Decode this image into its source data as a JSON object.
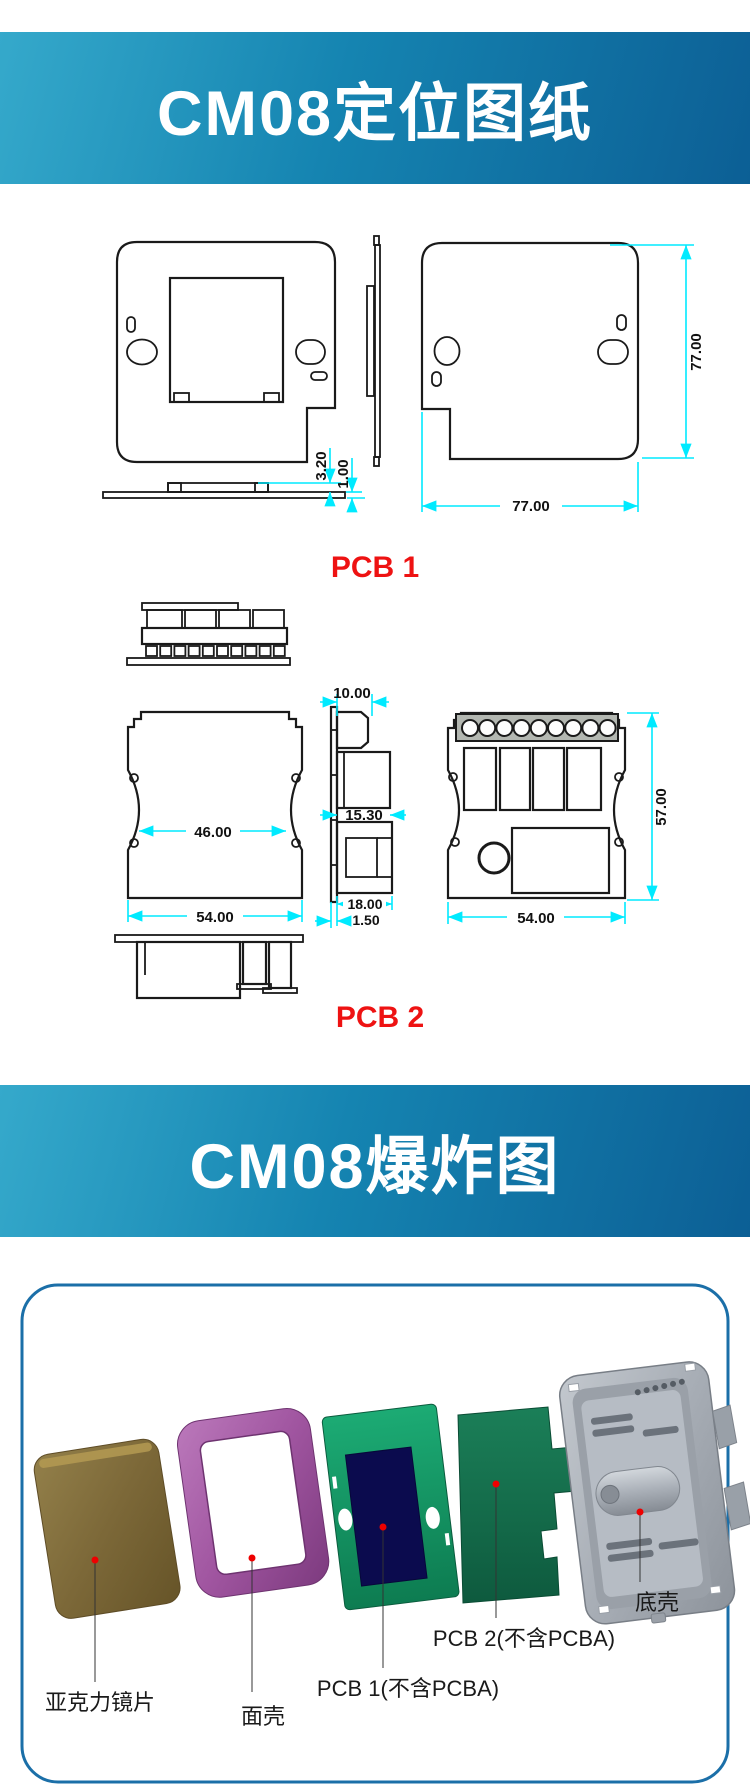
{
  "banner1": {
    "title": "CM08定位图纸"
  },
  "banner2": {
    "title": "CM08爆炸图"
  },
  "drawing1": {
    "caption": "PCB 1",
    "dims": {
      "raise": "3.20",
      "board": "1.00",
      "height": "77.00",
      "width": "77.00"
    }
  },
  "drawing2": {
    "caption": "PCB 2",
    "dims": {
      "connector": "10.00",
      "inner_width": "46.00",
      "depth": "15.30",
      "front_width": "54.00",
      "total_depth": "18.00",
      "pcb_thickness": "1.50",
      "height": "57.00",
      "back_width": "54.00"
    }
  },
  "exploded": {
    "parts": [
      {
        "name": "acrylic-lens",
        "label": "亚克力镜片",
        "color": "#7c6838"
      },
      {
        "name": "front-shell",
        "label": "面壳",
        "color": "#a055a0"
      },
      {
        "name": "pcb1",
        "label": "PCB 1(不含PCBA)",
        "color": "#16a06c"
      },
      {
        "name": "pcb2",
        "label": "PCB 2(不含PCBA)",
        "color": "#156c4c"
      },
      {
        "name": "bottom-shell",
        "label": "底壳",
        "color": "#a7adb5"
      }
    ]
  },
  "colors": {
    "banner_from": "#35a9cb",
    "banner_to": "#0c5f95",
    "dimension_cyan": "#00eaff",
    "caption_red": "#ee1212",
    "panel_border": "#1b6fa8"
  }
}
